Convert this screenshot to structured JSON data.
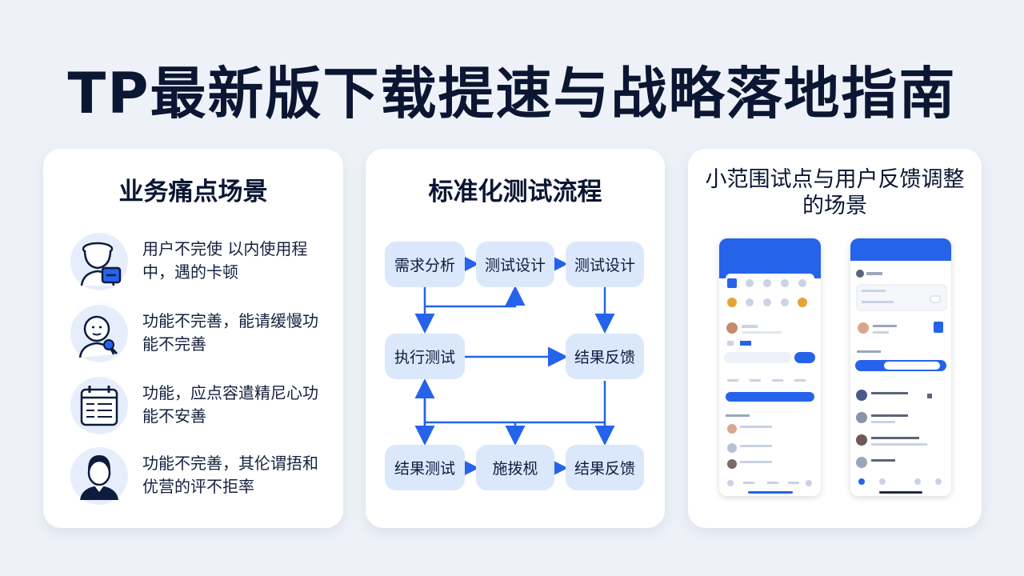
{
  "title": "TP最新版下载提速与战略落地指南",
  "card1": {
    "title": "业务痛点场景",
    "items": [
      {
        "icon": "officer-icon",
        "text": "用户不完使 以内使用程中，遇的卡顿"
      },
      {
        "icon": "user-search-icon",
        "text": "功能不完善，能请缓慢功能不完善"
      },
      {
        "icon": "calendar-icon",
        "text": "功能，应点容遣精尼心功能不安善"
      },
      {
        "icon": "person-icon",
        "text": "功能不完善，其伦谓捂和优营的评不拒率"
      }
    ]
  },
  "card2": {
    "title": "标准化测试流程",
    "nodes": {
      "n1": "需求分析",
      "n2": "测试设计",
      "n3": "测试设计",
      "n4": "执行测试",
      "n5": "结果反馈",
      "n6": "结果测试",
      "n7": "施拨枧",
      "n8": "结果反馈"
    }
  },
  "card3": {
    "title": "小范围试点与用户反馈调整的场景"
  },
  "colors": {
    "accent": "#2563eb",
    "node_bg": "#dbe7fb",
    "title": "#0b1633"
  }
}
